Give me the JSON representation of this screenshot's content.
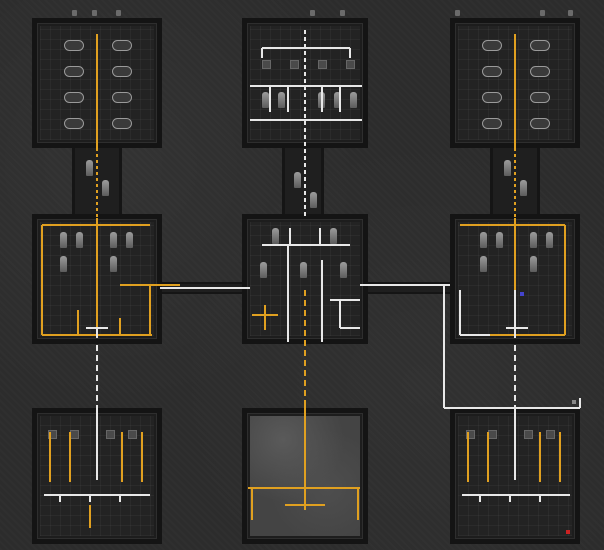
{
  "scene": {
    "type": "top-down colony base layout",
    "colors": {
      "ground": "#2c2c2c",
      "wall": "#141414",
      "conduit_orange": "#e0a020",
      "conduit_white": "#e8e8e8",
      "marker_red": "#cc2222",
      "marker_blue": "#4444cc"
    }
  },
  "rooms": [
    {
      "id": "top-left",
      "kind": "barracks"
    },
    {
      "id": "top-center",
      "kind": "dining"
    },
    {
      "id": "top-right",
      "kind": "barracks"
    },
    {
      "id": "mid-left",
      "kind": "workshop"
    },
    {
      "id": "mid-center",
      "kind": "hub"
    },
    {
      "id": "mid-right",
      "kind": "workshop"
    },
    {
      "id": "bottom-left",
      "kind": "storage"
    },
    {
      "id": "bottom-center",
      "kind": "open-floor"
    },
    {
      "id": "bottom-right",
      "kind": "storage"
    }
  ],
  "icons": [
    "bed-icon",
    "statue-icon",
    "power-conduit-icon",
    "alert-marker-icon"
  ]
}
